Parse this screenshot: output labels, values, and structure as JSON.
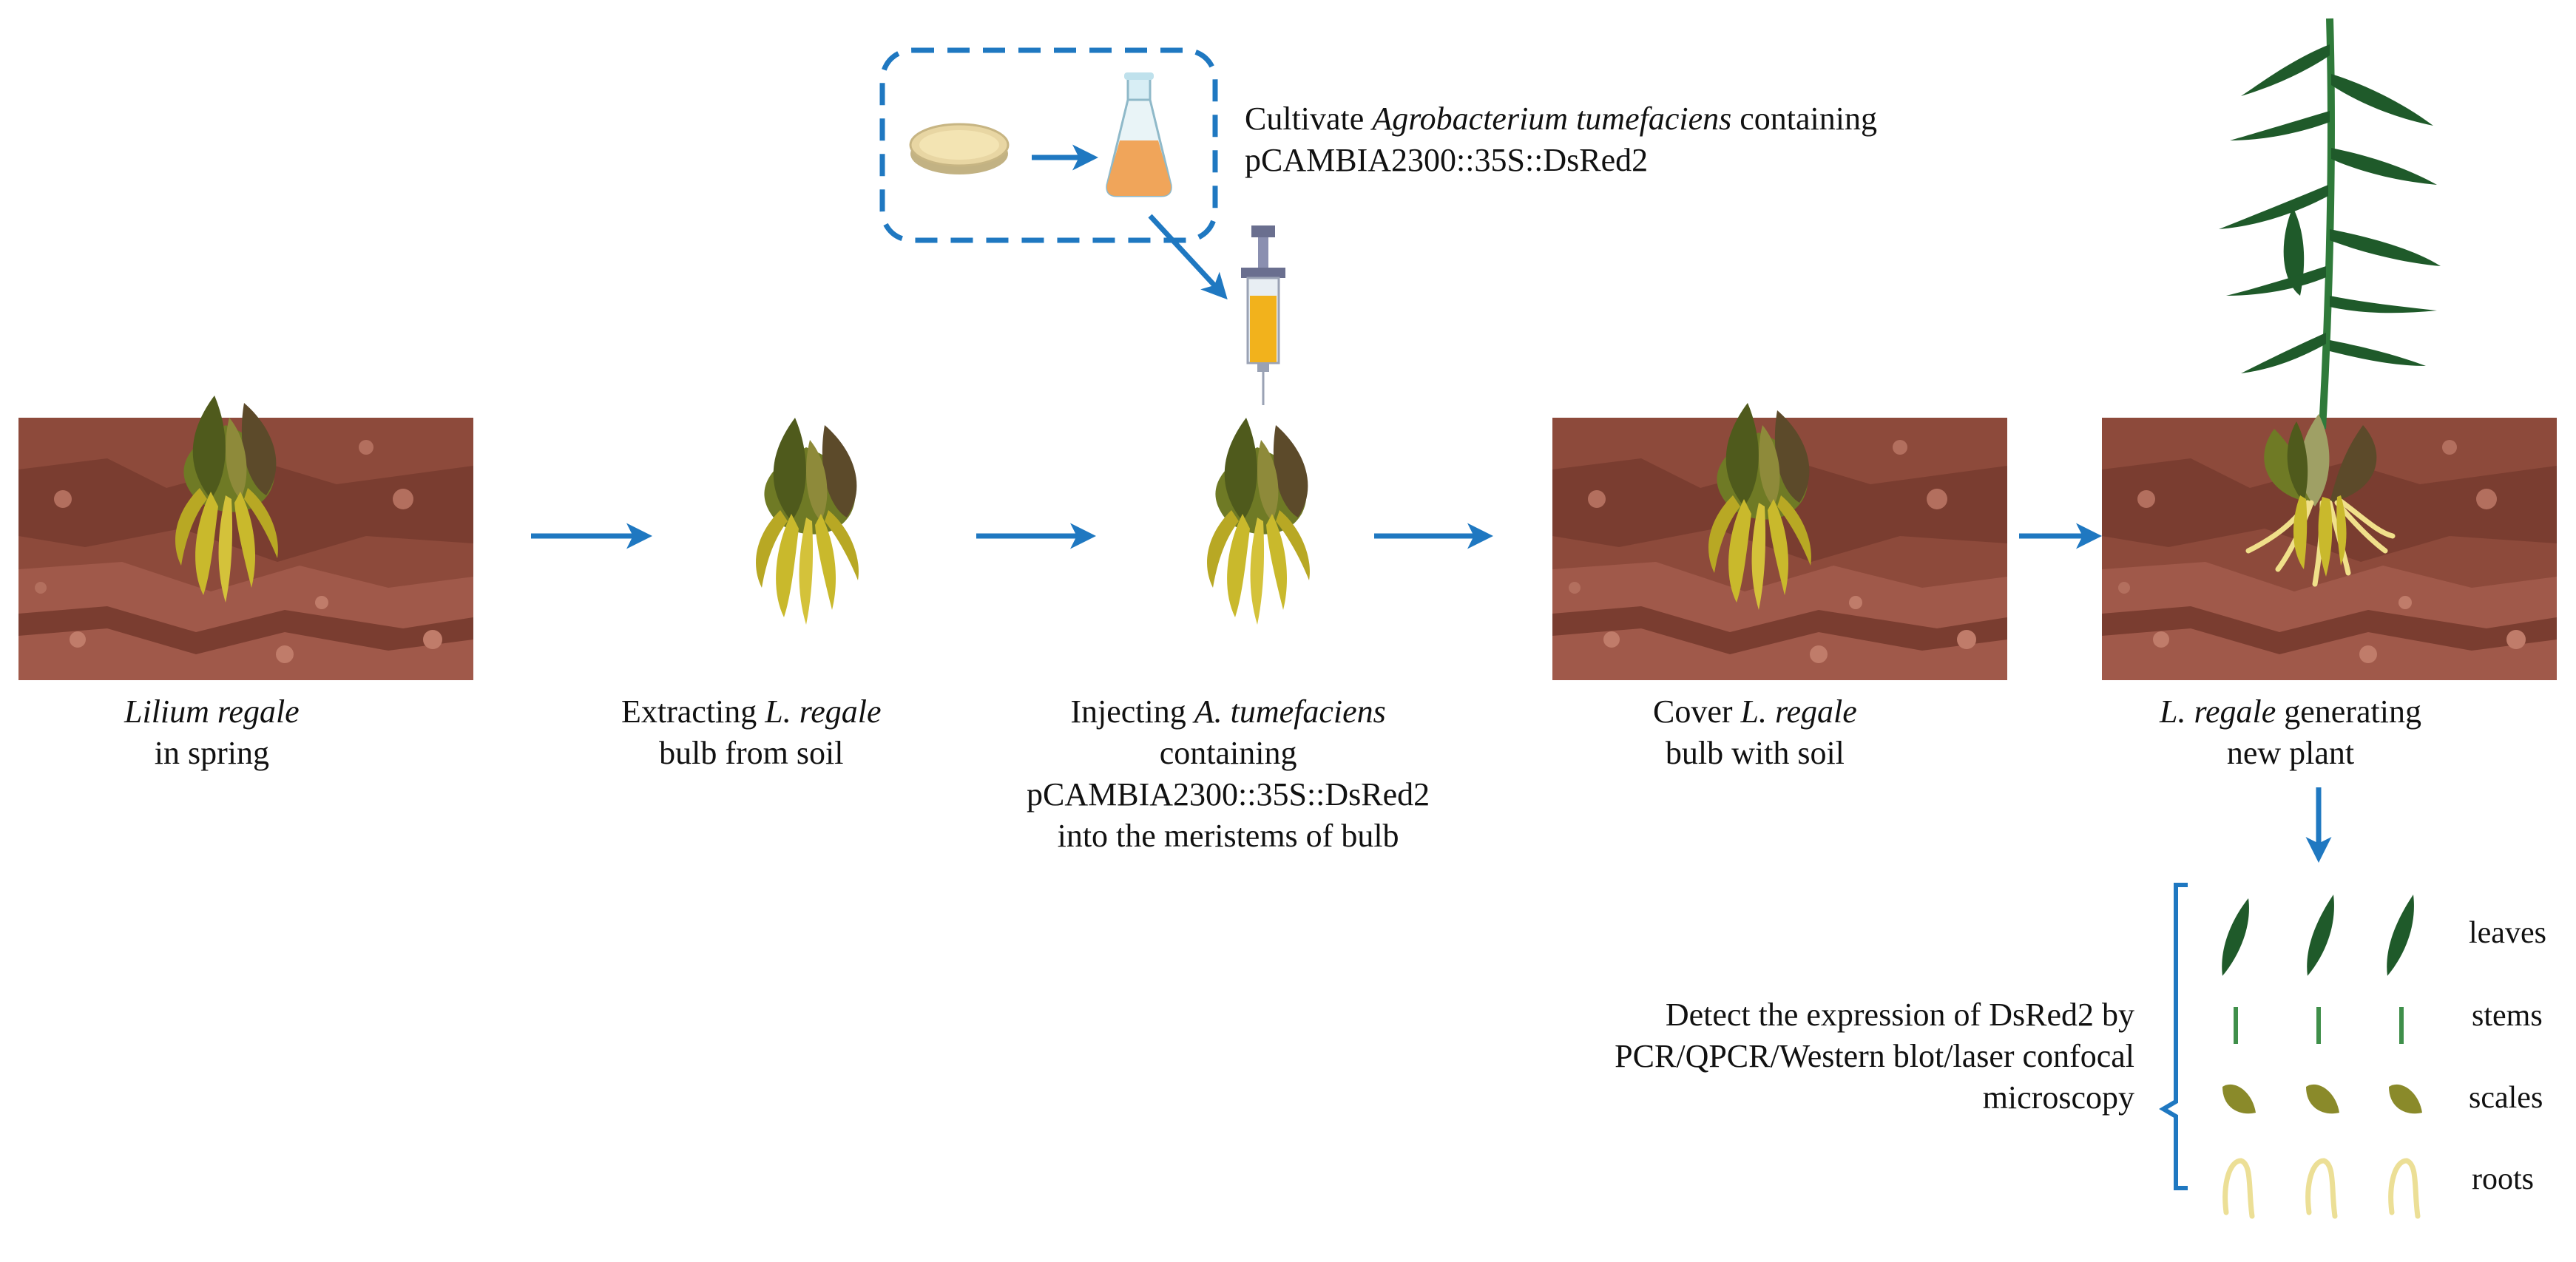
{
  "colors": {
    "arrow": "#1f78c1",
    "soil_top": "#8c4a3b",
    "soil_mid": "#a45c49",
    "soil_dark": "#6f3a2e",
    "scale_green": "#8a8a2a",
    "root_yellow": "#c9b92c",
    "leaf_green": "#1f5a2a",
    "stem_green": "#3f8f4a",
    "dashed_box": "#1f78c1"
  },
  "icons": [
    "petri-dish-icon",
    "flask-icon",
    "syringe-icon",
    "soil-block-icon",
    "bulb-icon",
    "plant-icon",
    "leaf-icon",
    "stem-icon",
    "scale-icon",
    "root-icon",
    "bracket-icon"
  ],
  "top_note": {
    "line1_pre": "Cultivate ",
    "line1_italic": "Agrobacterium tumefaciens",
    "line1_post": " containing",
    "line2": "pCAMBIA2300::35S::DsRed2"
  },
  "steps": [
    {
      "italic": "Lilium regale",
      "text_after": "",
      "line2": "in spring"
    },
    {
      "pre": "Extracting ",
      "italic": "L. regale",
      "line2": "bulb from soil"
    },
    {
      "pre": "Injecting ",
      "italic": "A. tumefaciens",
      "line2": "containing",
      "line3": "pCAMBIA2300::35S::DsRed2",
      "line4": "into the meristems of bulb"
    },
    {
      "pre": "Cover ",
      "italic": "L. regale",
      "line2": "bulb with soil"
    },
    {
      "italic": "L. regale",
      "post": " generating",
      "line2": "new plant"
    }
  ],
  "detect": {
    "line1": "Detect the expression of DsRed2 by",
    "line2": "PCR/QPCR/Western blot/laser confocal",
    "line3": "microscopy"
  },
  "tissues": [
    "leaves",
    "stems",
    "scales",
    "roots"
  ]
}
